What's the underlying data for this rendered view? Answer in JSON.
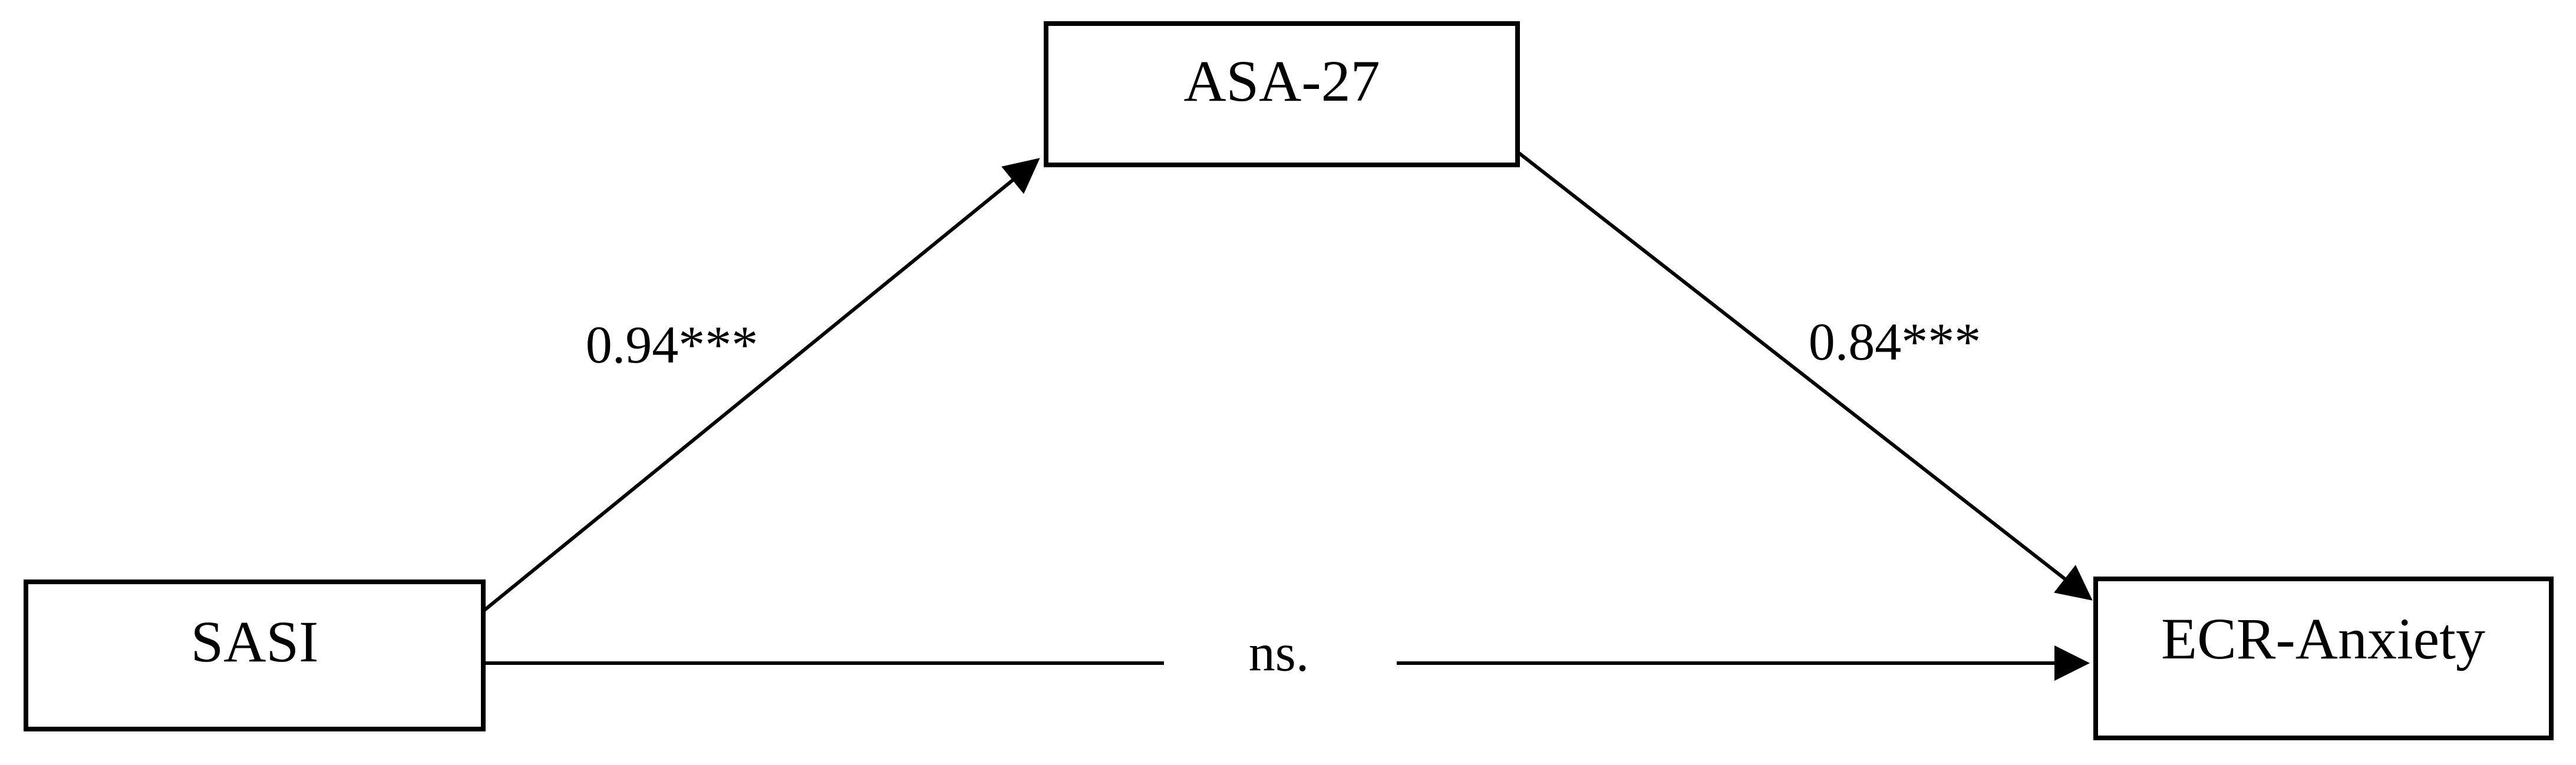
{
  "nodes": {
    "sasi": {
      "label": "SASI"
    },
    "asa27": {
      "label": "ASA-27"
    },
    "ecr_anxiety": {
      "label": "ECR-Anxiety"
    }
  },
  "edges": {
    "sasi_to_asa27": {
      "label": "0.94***"
    },
    "asa27_to_ecr": {
      "label": "0.84***"
    },
    "sasi_to_ecr": {
      "label": "ns."
    }
  },
  "colors": {
    "stroke": "#000000",
    "background": "#ffffff"
  }
}
